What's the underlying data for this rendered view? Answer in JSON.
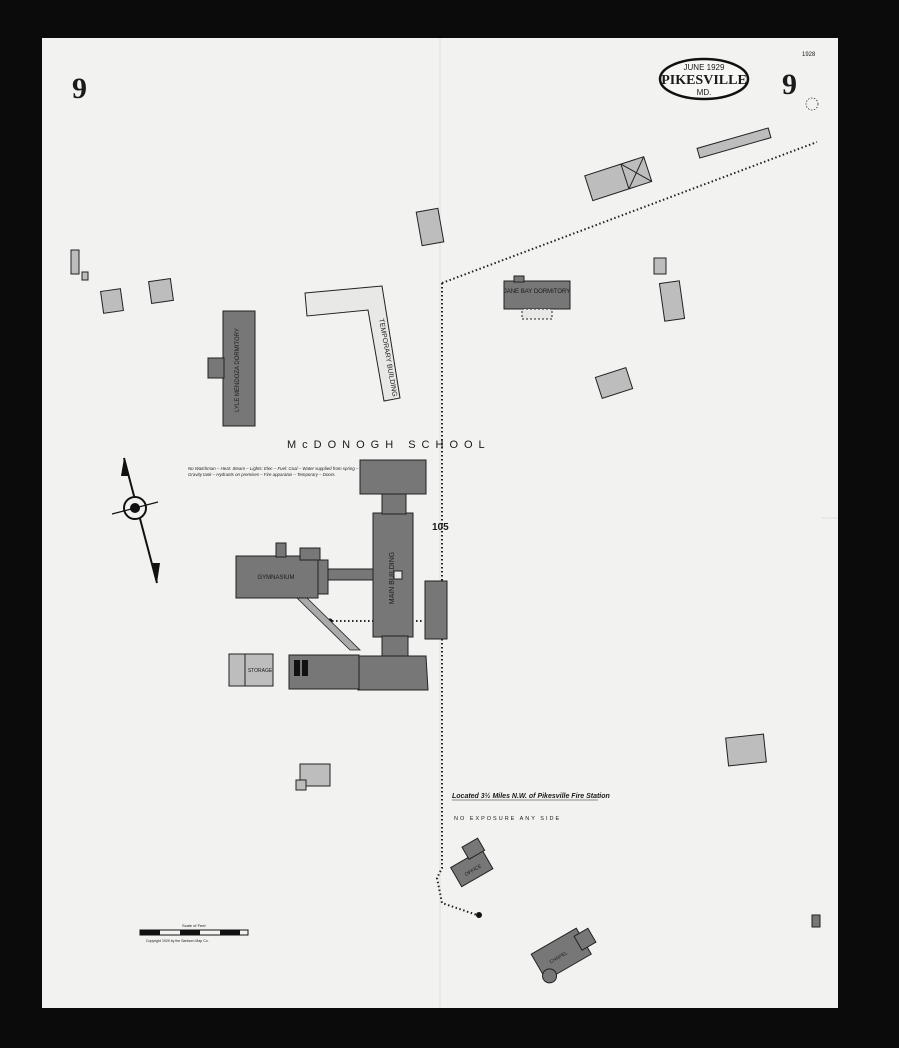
{
  "map": {
    "sheet_number": "9",
    "title_box": {
      "date": "JUNE 1929",
      "place": "PIKESVILLE",
      "state": "MD."
    },
    "corner_code": "1928",
    "school_label": "McDONOGH SCHOOL",
    "block_number": "105",
    "buildings": {
      "main": "MAIN BUILDING",
      "gymnasium": "GYMNASIUM",
      "temporary": "TEMPORARY BUILDING",
      "jane_bay": "JANE BAY DORMITORY",
      "lyle_mendoza": "LYLE MENDOZA DORMITORY",
      "storage": "STORAGE",
      "chapel": "CHAPEL",
      "office": "OFFICE"
    },
    "notes": {
      "location": "Located 3½ Miles N.W. of Pikesville Fire Station",
      "exposure": "NO EXPOSURE ANY SIDE",
      "fire_protection": "No Watchman – Heat: Steam – Lights: Elec – Fuel: Coal – Water supplied from spring – Gravity tank – Hydrants on premises – Fire apparatus – Temporary – Doors."
    },
    "scale_label": "Scale of Feet",
    "copyright": "Copyright 1929 by the Sanborn Map Co."
  }
}
